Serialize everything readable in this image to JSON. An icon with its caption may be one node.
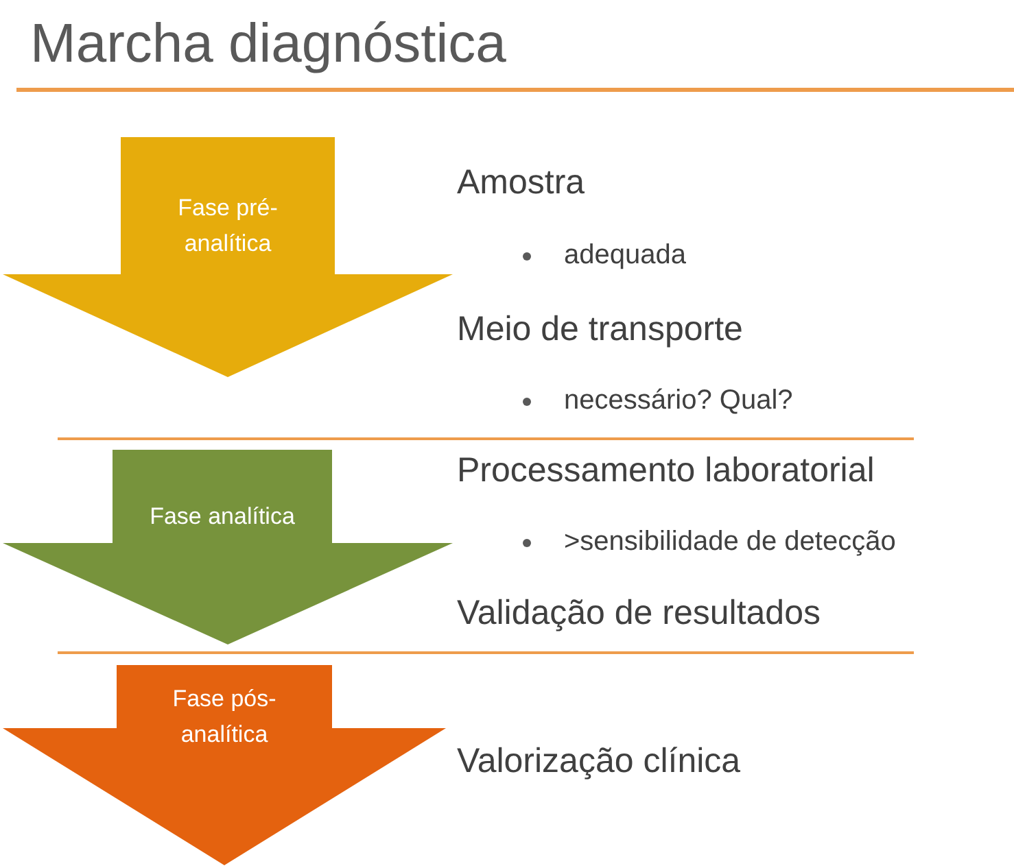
{
  "diagram": {
    "title": "Marcha diagnóstica",
    "nodes": [
      {
        "text": [
          "Fase pré-analítica"
        ]
      },
      {
        "text": [
          "Fase analítica"
        ]
      },
      {
        "text": [
          "Fase pós-analítica"
        ]
      }
    ],
    "labels": [
      "Amostra",
      "adequada",
      "Meio de transporte",
      "necessário? Qual?",
      "Processamento laboratorial",
      ">sensibilidade de detecção",
      "Validação de resultados",
      "Valorização clínica"
    ]
  }
}
